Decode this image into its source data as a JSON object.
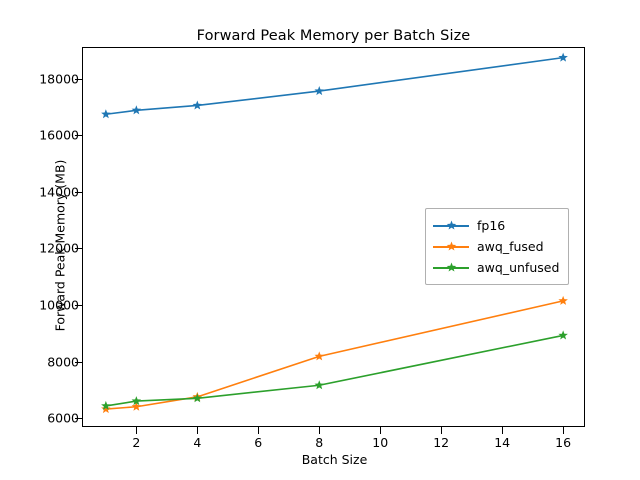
{
  "chart_data": {
    "type": "line",
    "title": "Forward Peak Memory per Batch Size",
    "xlabel": "Batch Size",
    "ylabel": "Forward Peak Memory (MB)",
    "x": [
      1,
      2,
      4,
      8,
      16
    ],
    "xlim": [
      0.25,
      16.75
    ],
    "ylim": [
      5660,
      19080
    ],
    "xticks": [
      2,
      4,
      6,
      8,
      10,
      12,
      14,
      16
    ],
    "xticklabels": [
      "2",
      "4",
      "6",
      "8",
      "10",
      "12",
      "14",
      "16"
    ],
    "yticks": [
      6000,
      8000,
      10000,
      12000,
      14000,
      16000,
      18000
    ],
    "yticklabels": [
      "6000",
      "8000",
      "10000",
      "12000",
      "14000",
      "16000",
      "18000"
    ],
    "grid": false,
    "legend_position": "center right",
    "marker": "star",
    "series": [
      {
        "name": "fp16",
        "color": "#1f77b4",
        "values": [
          16740,
          16880,
          17050,
          17560,
          18740
        ]
      },
      {
        "name": "awq_fused",
        "color": "#ff7f0e",
        "values": [
          6330,
          6410,
          6760,
          8190,
          10150
        ]
      },
      {
        "name": "awq_unfused",
        "color": "#2ca02c",
        "values": [
          6440,
          6610,
          6710,
          7170,
          8930
        ]
      }
    ]
  }
}
